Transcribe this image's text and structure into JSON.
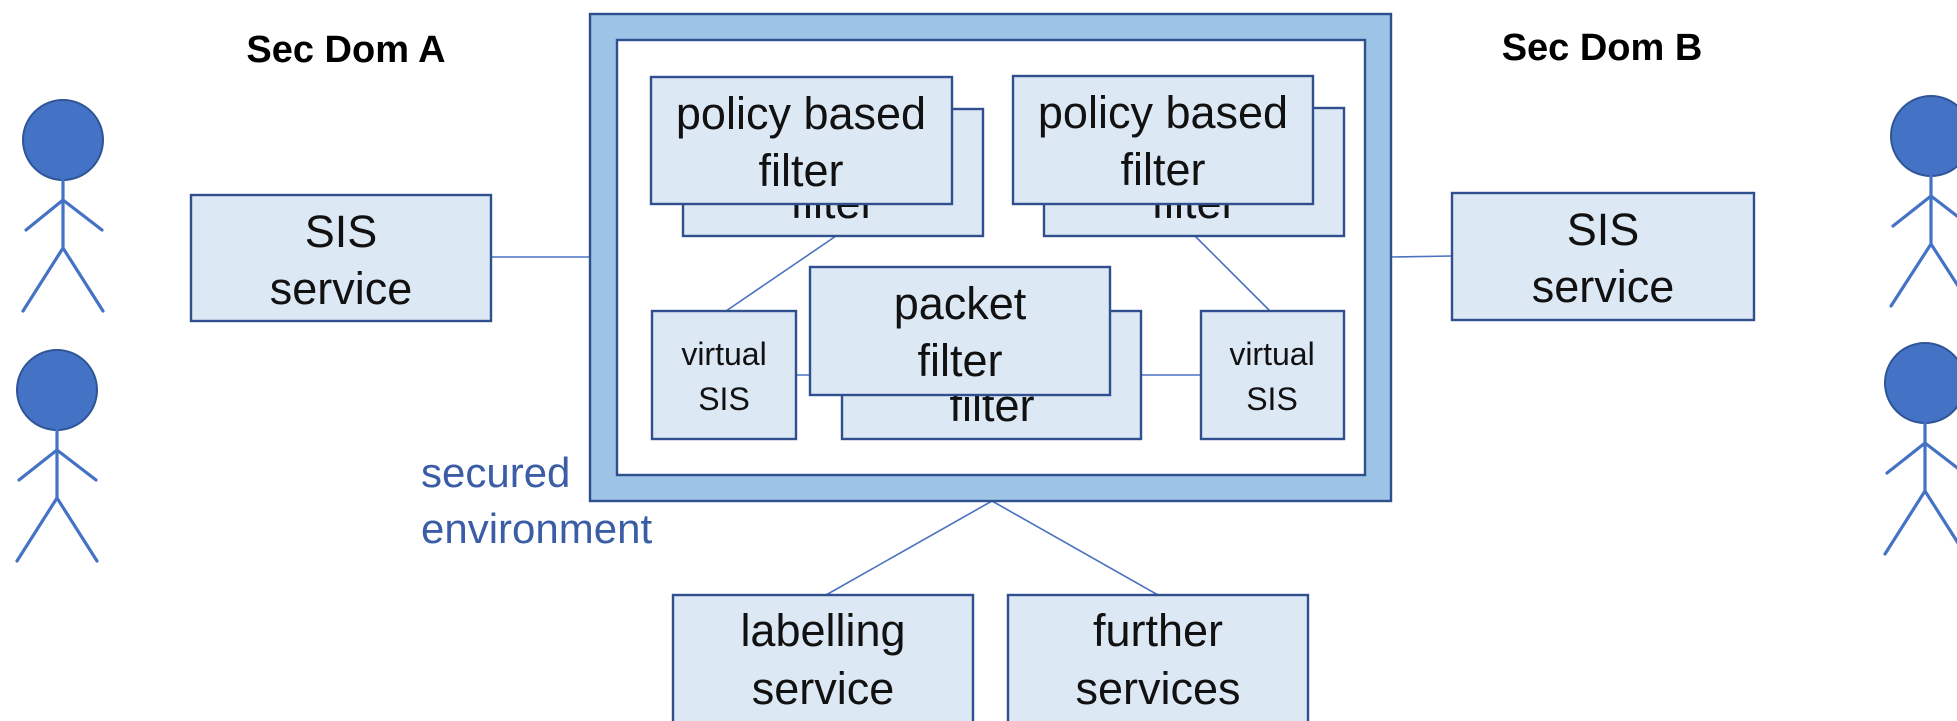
{
  "colors": {
    "box_fill": "#dde8f5",
    "box_border": "#2f4f8f",
    "frame_fill": "#9dc3e6",
    "person": "#4472c4",
    "environment_label": "#3a5da6"
  },
  "domains": {
    "a": {
      "label": "Sec Dom A"
    },
    "b": {
      "label": "Sec Dom B"
    }
  },
  "environment": {
    "label_line1": "secured",
    "label_line2": "environment"
  },
  "nodes": {
    "sis_a": {
      "line1": "SIS",
      "line2": "service"
    },
    "sis_b": {
      "line1": "SIS",
      "line2": "service"
    },
    "policy_filter_left": {
      "line1": "policy based",
      "line2": "filter",
      "back_text": "filter"
    },
    "policy_filter_right": {
      "line1": "policy based",
      "line2": "filter",
      "back_text": "filter"
    },
    "packet_filter": {
      "line1": "packet",
      "line2": "filter",
      "back_text": "filter"
    },
    "virtual_sis_left": {
      "line1": "virtual",
      "line2": "SIS"
    },
    "virtual_sis_right": {
      "line1": "virtual",
      "line2": "SIS"
    },
    "labelling_service": {
      "line1": "labelling",
      "line2": "service"
    },
    "further_services": {
      "line1": "further",
      "line2": "services"
    }
  },
  "actors": [
    {
      "name": "user-a-1",
      "icon": "person-icon"
    },
    {
      "name": "user-a-2",
      "icon": "person-icon"
    },
    {
      "name": "user-b-1",
      "icon": "person-icon"
    },
    {
      "name": "user-b-2",
      "icon": "person-icon"
    }
  ]
}
